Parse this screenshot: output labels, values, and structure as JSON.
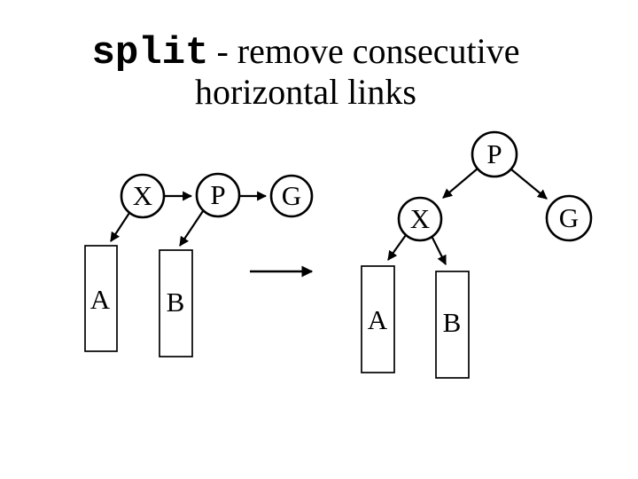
{
  "title": {
    "keyword": "split",
    "line1_rest": "- remove consecutive",
    "line2": "horizontal links"
  },
  "before_tree": {
    "node_x": "X",
    "node_p": "P",
    "node_g": "G",
    "subtree_a": "A",
    "subtree_b": "B"
  },
  "after_tree": {
    "root_p": "P",
    "left_child_x": "X",
    "right_child_g": "G",
    "subtree_a": "A",
    "subtree_b": "B"
  },
  "colors": {
    "ink": "#000000",
    "background": "#ffffff"
  }
}
